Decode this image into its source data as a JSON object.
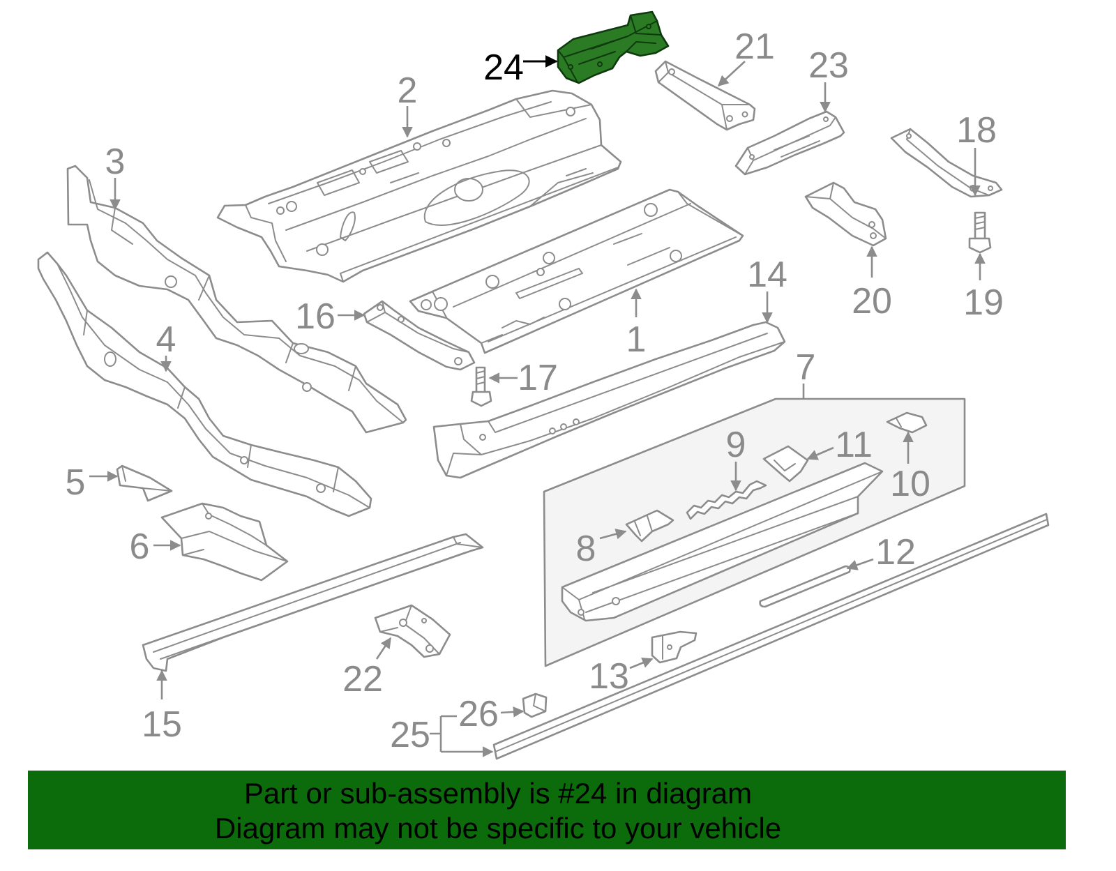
{
  "diagram": {
    "callouts": {
      "p1": "1",
      "p2": "2",
      "p3": "3",
      "p4": "4",
      "p5": "5",
      "p6": "6",
      "p7": "7",
      "p8": "8",
      "p9": "9",
      "p10": "10",
      "p11": "11",
      "p12": "12",
      "p13": "13",
      "p14": "14",
      "p15": "15",
      "p16": "16",
      "p17": "17",
      "p18": "18",
      "p19": "19",
      "p20": "20",
      "p21": "21",
      "p22": "22",
      "p23": "23",
      "p24": "24",
      "p25": "25",
      "p26": "26"
    }
  },
  "banner": {
    "line1": "Part or sub-assembly is #24 in diagram",
    "line2": "Diagram may not be specific to your vehicle"
  },
  "colors": {
    "line_art": "#8c8c8c",
    "callout_text": "#8a8a8a",
    "highlight_fill": "#2b7a24",
    "highlight_callout": "#000000",
    "group_box_fill": "#f4f4f4",
    "banner_background": "#0c6c0c",
    "banner_text": "#000000"
  }
}
